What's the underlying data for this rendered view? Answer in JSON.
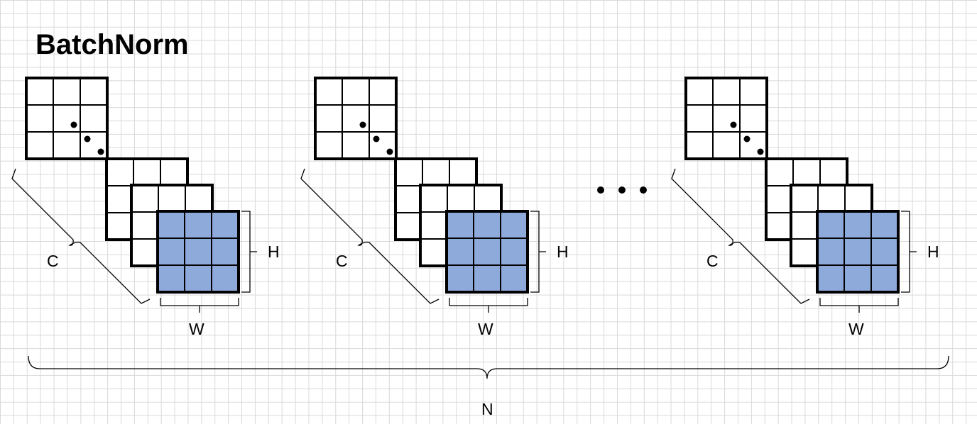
{
  "title": "BatchNorm",
  "samples": [
    {
      "channel_label": "C",
      "height_label": "H",
      "width_label": "W"
    },
    {
      "channel_label": "C",
      "height_label": "H",
      "width_label": "W"
    },
    {
      "channel_label": "C",
      "height_label": "H",
      "width_label": "W"
    }
  ],
  "batch_label": "N",
  "colors": {
    "highlight_fill": "#8eaadb",
    "grid_line": "#d9d9d9",
    "stroke": "#000000"
  }
}
